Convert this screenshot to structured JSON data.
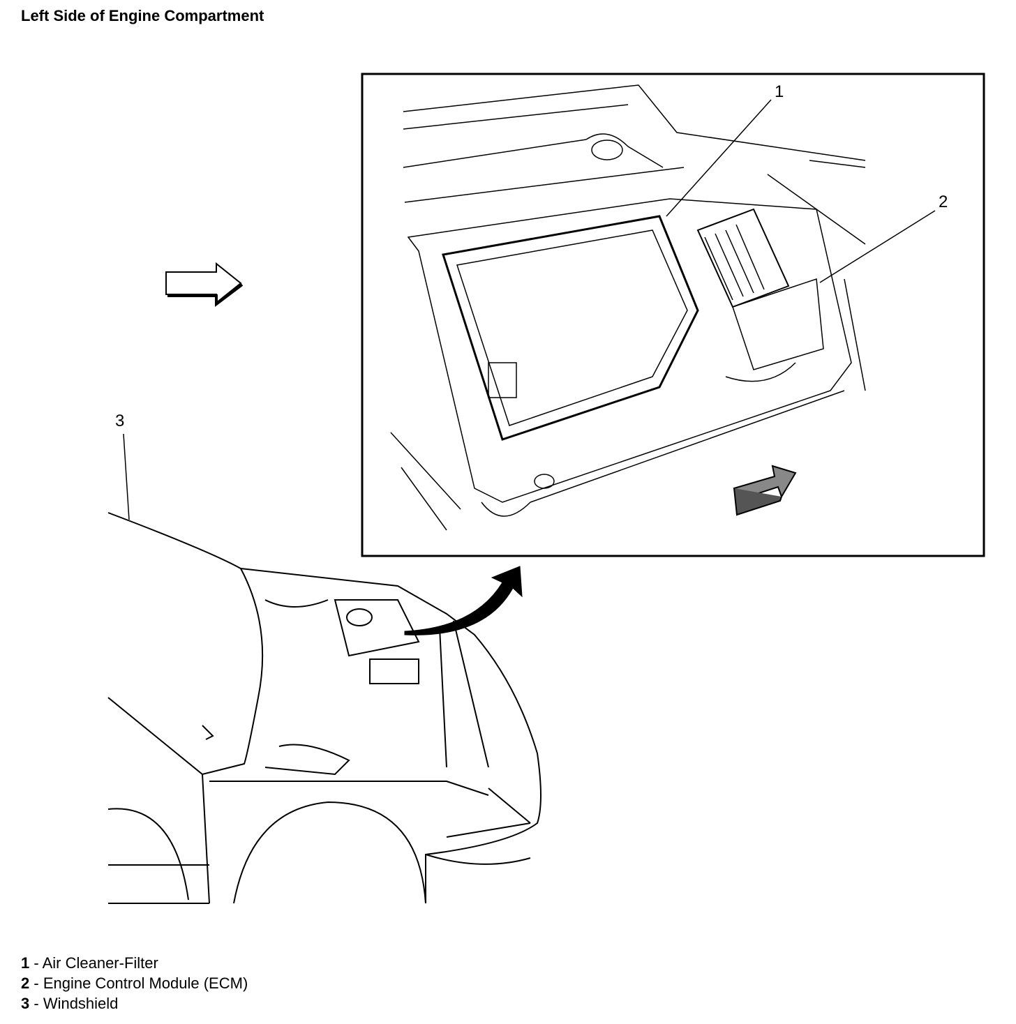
{
  "title": "Left Side of Engine Compartment",
  "callouts": [
    "1",
    "2",
    "3"
  ],
  "legend": [
    {
      "num": "1",
      "sep": " - ",
      "label": "Air Cleaner-Filter"
    },
    {
      "num": "2",
      "sep": " - ",
      "label": "Engine Control Module (ECM)"
    },
    {
      "num": "3",
      "sep": " - ",
      "label": "Windshield"
    }
  ]
}
